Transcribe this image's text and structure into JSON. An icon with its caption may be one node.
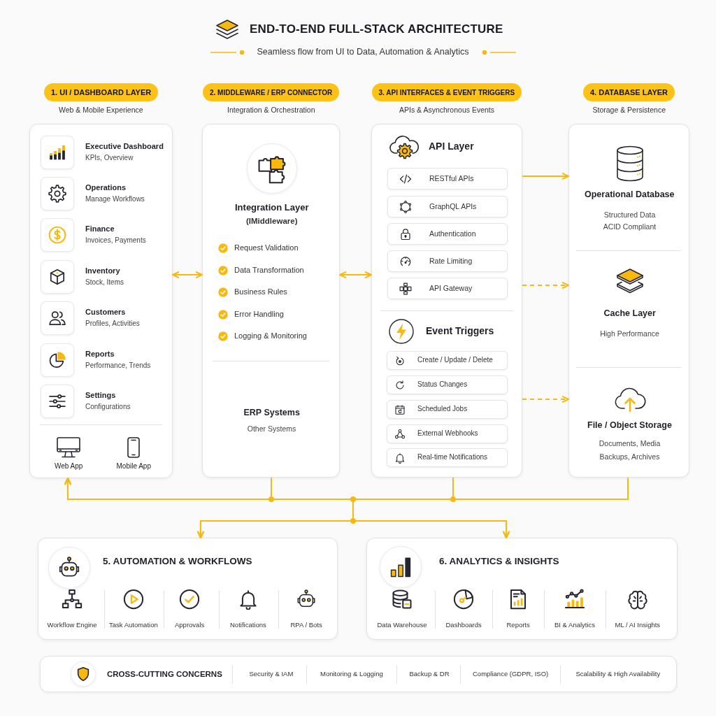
{
  "diagram": {
    "title": "END-TO-END FULL-STACK ARCHITECTURE",
    "nodes": [
      {
        "text": [
          "1. UI / DASHBOARD LAYER",
          "Web & Mobile Experience"
        ]
      },
      {
        "text": [
          "Executive Dashboard",
          "KPIs, Overview"
        ],
        "in": 0
      },
      {
        "text": [
          "Operations",
          "Manage Workflows"
        ],
        "in": 0
      },
      {
        "text": [
          "Finance",
          "Invoices, Payments"
        ],
        "in": 0
      },
      {
        "text": [
          "Inventory",
          "Stock, Items"
        ],
        "in": 0
      },
      {
        "text": [
          "Customers",
          "Profiles, Activities"
        ],
        "in": 0
      },
      {
        "text": [
          "Reports",
          "Performance, Trends"
        ],
        "in": 0
      },
      {
        "text": [
          "Settings",
          "Configurations"
        ],
        "in": 0
      },
      {
        "text": [
          "Web App"
        ],
        "in": 0
      },
      {
        "text": [
          "Mobile App"
        ],
        "in": 0
      },
      {
        "text": [
          "2. MIDDLEWARE / ERP CONNECTOR",
          "Integration & Orchestration"
        ]
      },
      {
        "text": [
          "Integration Layer",
          "(IMiddleware)",
          "Request Validation",
          "Data Transformation",
          "Business Rules",
          "Error Handling",
          "Logging & Monitoring"
        ],
        "in": 10
      },
      {
        "text": [
          "ERP Systems",
          "Other Systems"
        ],
        "in": 10
      },
      {
        "text": [
          "3. API INTERFACES & EVENT TRIGGERS",
          "APIs & Asynchronous Events"
        ]
      },
      {
        "text": [
          "API Layer"
        ],
        "in": 13
      },
      {
        "text": [
          "RESTful APIs"
        ],
        "in": 13
      },
      {
        "text": [
          "GraphQL APIs"
        ],
        "in": 13
      },
      {
        "text": [
          "Authentication"
        ],
        "in": 13
      },
      {
        "text": [
          "Rate Limiting"
        ],
        "in": 13
      },
      {
        "text": [
          "API Gateway"
        ],
        "in": 13
      },
      {
        "text": [
          "Event Triggers"
        ],
        "in": 13
      },
      {
        "text": [
          "Create / Update / Delete"
        ],
        "in": 13
      },
      {
        "text": [
          "Status Changes"
        ],
        "in": 13
      },
      {
        "text": [
          "Scheduled Jobs"
        ],
        "in": 13
      },
      {
        "text": [
          "External Webhooks"
        ],
        "in": 13
      },
      {
        "text": [
          "Real-time Notifications"
        ],
        "in": 13
      },
      {
        "text": [
          "4. DATABASE LAYER",
          "Storage & Persistence"
        ]
      },
      {
        "text": [
          "Operational Database",
          "Structured Data ACID Compliant"
        ],
        "in": 26
      },
      {
        "text": [
          "Cache Layer",
          "High Performance"
        ],
        "in": 26
      },
      {
        "text": [
          "File / Object Storage",
          "Documents, Media Backups, Archives"
        ],
        "in": 26
      },
      {
        "text": [
          "5. AUTOMATION & WORKFLOWS",
          "Workflow Engine",
          "Task Automation",
          "Approvals",
          "Notifications",
          "RPA / Bots"
        ]
      },
      {
        "text": [
          "6. ANALYTICS & INSIGHTS",
          "Data Warehouse",
          "Dashboards",
          "Reports",
          "BI & Analytics",
          "ML / AI Insights"
        ]
      },
      {
        "text": [
          "CROSS-CUTTING CONCERNS",
          "Security & IAM",
          "Monitoring & Logging",
          "Backup & DR",
          "Compliance (GDPR, ISO)",
          "Scalability & High Availability"
        ]
      }
    ],
    "edges": [
      {
        "from": 0,
        "to": 10,
        "arrow": "both"
      },
      {
        "from": 10,
        "to": 13,
        "arrow": "both"
      },
      {
        "from": 13,
        "to": 27,
        "arrow": "to"
      },
      {
        "from": 13,
        "to": 28,
        "arrow": "to",
        "style": "dashed"
      },
      {
        "from": 13,
        "to": 29,
        "arrow": "to",
        "style": "dashed"
      },
      {
        "from": 10,
        "to": 0,
        "arrow": "to"
      },
      {
        "from": 10,
        "to": 30,
        "arrow": "to"
      },
      {
        "from": 10,
        "to": 31,
        "arrow": "to"
      },
      {
        "from": 13,
        "to": 0,
        "arrow": "to"
      },
      {
        "from": 13,
        "to": 30,
        "arrow": "to"
      },
      {
        "from": 13,
        "to": 31,
        "arrow": "to"
      },
      {
        "from": 26,
        "to": 0,
        "arrow": "to"
      },
      {
        "from": 26,
        "to": 30,
        "arrow": "to"
      },
      {
        "from": 26,
        "to": 31,
        "arrow": "to"
      }
    ],
    "labels": [
      "Seamless flow from UI to Data, Automation & Analytics"
    ]
  }
}
